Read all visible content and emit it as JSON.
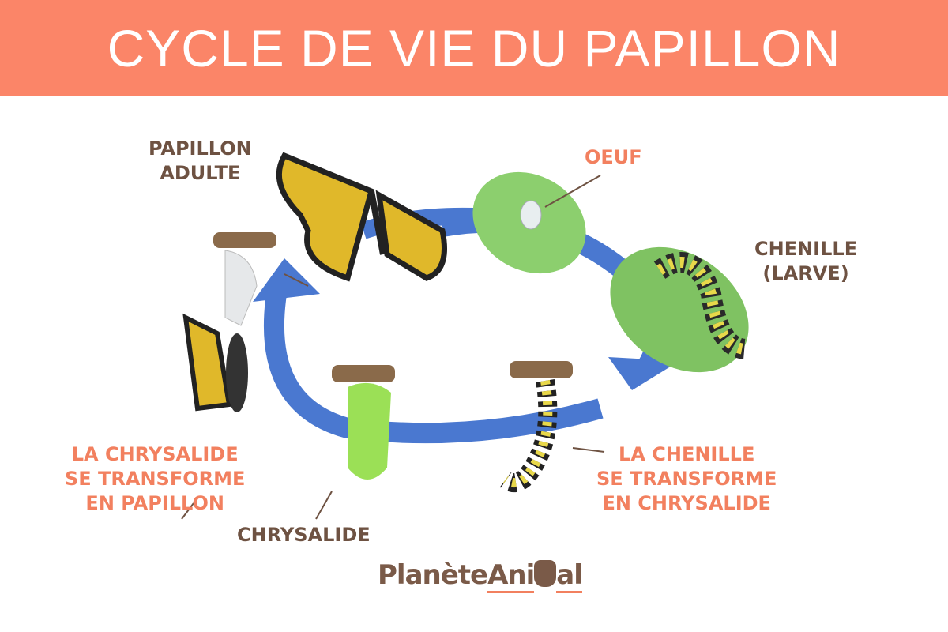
{
  "title": "CYCLE DE VIE DU PAPILLON",
  "labels": {
    "adult": "PAPILLON\nADULTE",
    "egg": "OEUF",
    "caterpillar": "CHENILLE\n(LARVE)",
    "to_chrysalis": "LA CHENILLE\nSE TRANSFORME\nEN CHRYSALIDE",
    "chrysalis": "CHRYSALIDE",
    "to_butterfly": "LA CHRYSALIDE\nSE TRANSFORME\nEN PAPILLON"
  },
  "logo": {
    "part1": "Planète",
    "part2": "Ani",
    "part3": "al"
  },
  "colors": {
    "header": "#fb8568",
    "label_brown": "#6e5242",
    "label_orange": "#f2805f",
    "arrow": "#4a78d0"
  }
}
